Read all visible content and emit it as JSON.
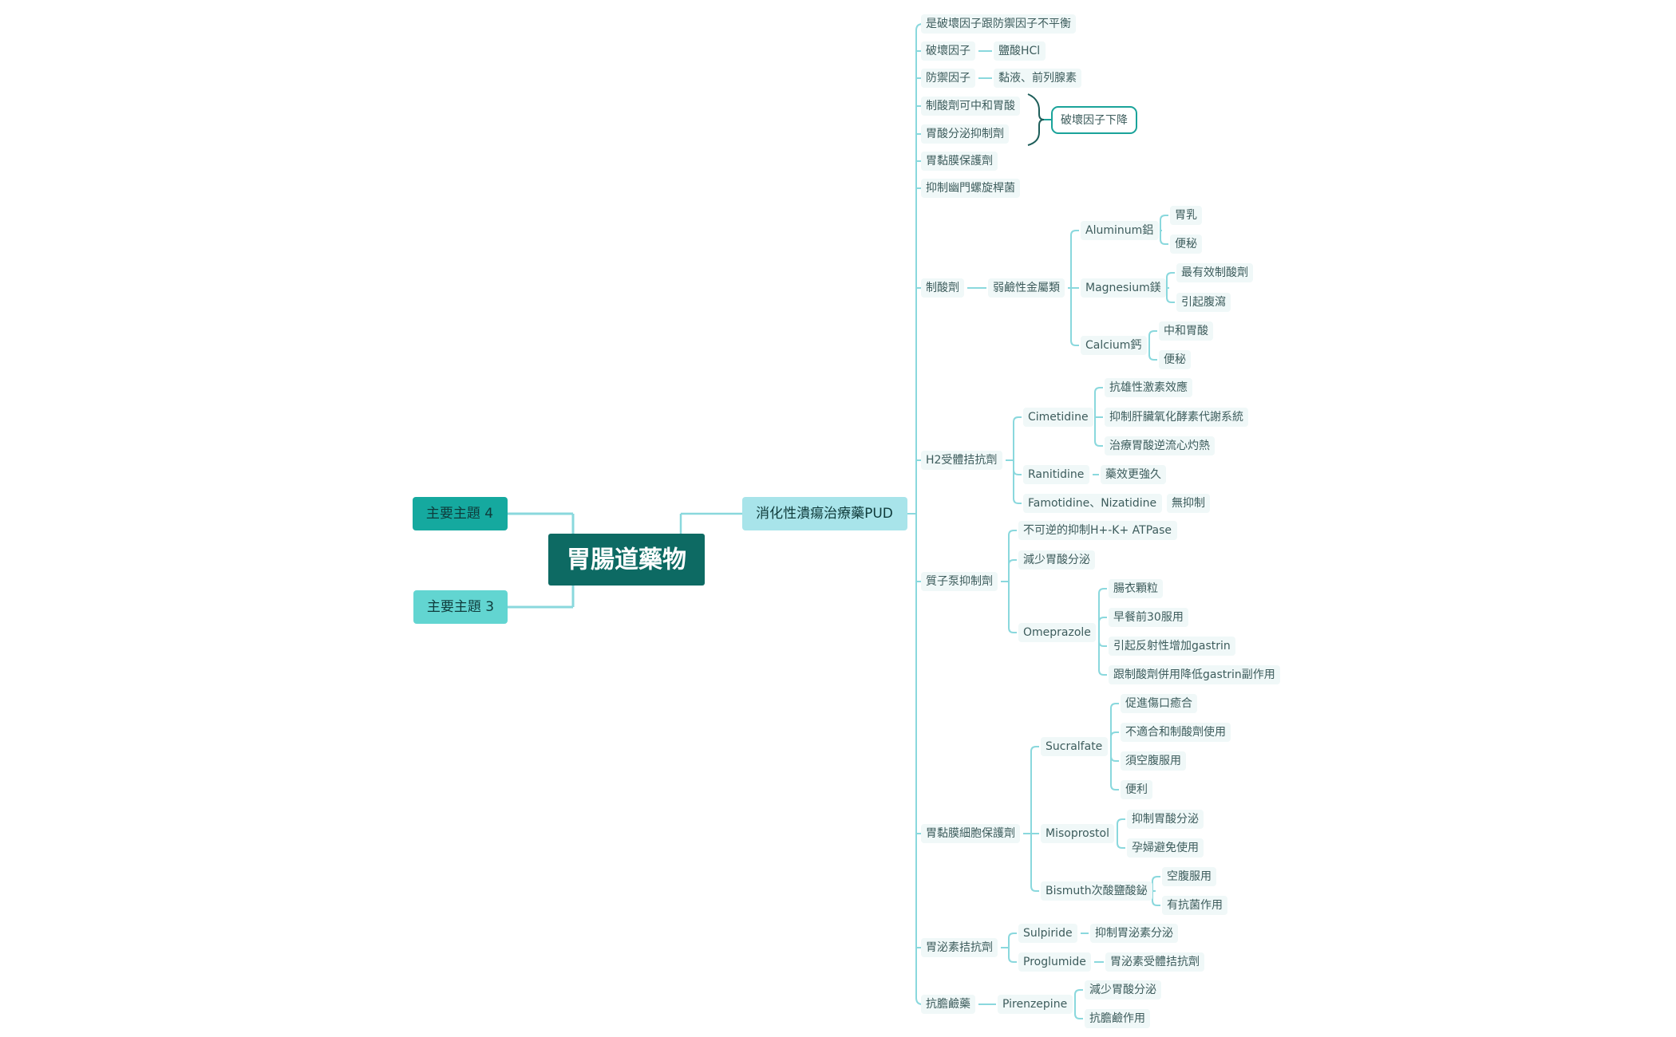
{
  "colors": {
    "root": "#0d6a63",
    "topic_dark": "#15a99f",
    "topic_light": "#62d5d1",
    "topic_pud": "#a8e4ea",
    "line": "#8ad8dd",
    "text": "#3d5c5c",
    "summary_border": "#1aa39a"
  },
  "root": {
    "label": "胃腸道藥物"
  },
  "topics": {
    "t4": "主要主題 4",
    "t3": "主要主題 3",
    "pud": "消化性潰瘍治療藥PUD"
  },
  "summary": "破壞因子下降",
  "nodes": {
    "n1": "是破壞因子跟防禦因子不平衡",
    "n2": "破壞因子",
    "n2a": "鹽酸HCl",
    "n3": "防禦因子",
    "n3a": "黏液、前列腺素",
    "n4": "制酸劑可中和胃酸",
    "n5": "胃酸分泌抑制劑",
    "n6": "胃黏膜保護劑",
    "n7": "抑制幽門螺旋桿菌",
    "n8": "制酸劑",
    "n8a": "弱鹼性金屬類",
    "n8a1": "Aluminum鋁",
    "n8a1a": "胃乳",
    "n8a1b": "便秘",
    "n8a2": "Magnesium鎂",
    "n8a2a": "最有效制酸劑",
    "n8a2b": "引起腹瀉",
    "n8a3": "Calcium鈣",
    "n8a3a": "中和胃酸",
    "n8a3b": "便秘",
    "n9": "H2受體拮抗劑",
    "n9a": "Cimetidine",
    "n9a1": "抗雄性激素效應",
    "n9a2": "抑制肝臟氧化酵素代謝系統",
    "n9a3": "治療胃酸逆流心灼熱",
    "n9b": "Ranitidine",
    "n9b1": "藥效更強久",
    "n9c": "Famotidine、Nizatidine",
    "n9c1": "無抑制",
    "n10": "質子泵抑制劑",
    "n10a": "不可逆的抑制H+-K+ ATPase",
    "n10b": "減少胃酸分泌",
    "n10c": "Omeprazole",
    "n10c1": "腸衣顆粒",
    "n10c2": "早餐前30服用",
    "n10c3": "引起反射性增加gastrin",
    "n10c4": "跟制酸劑併用降低gastrin副作用",
    "n11": "胃黏膜細胞保護劑",
    "n11a": "Sucralfate",
    "n11a1": "促進傷口癒合",
    "n11a2": "不適合和制酸劑使用",
    "n11a3": "須空腹服用",
    "n11a4": "便利",
    "n11b": "Misoprostol",
    "n11b1": "抑制胃酸分泌",
    "n11b2": "孕婦避免使用",
    "n11c": "Bismuth次酸鹽酸鉍",
    "n11c1": "空腹服用",
    "n11c2": "有抗菌作用",
    "n12": "胃泌素拮抗劑",
    "n12a": "Sulpiride",
    "n12a1": "抑制胃泌素分泌",
    "n12b": "Proglumide",
    "n12b1": "胃泌素受體拮抗劑",
    "n13": "抗膽鹼藥",
    "n13a": "Pirenzepine",
    "n13a1": "減少胃酸分泌",
    "n13a2": "抗膽鹼作用"
  }
}
